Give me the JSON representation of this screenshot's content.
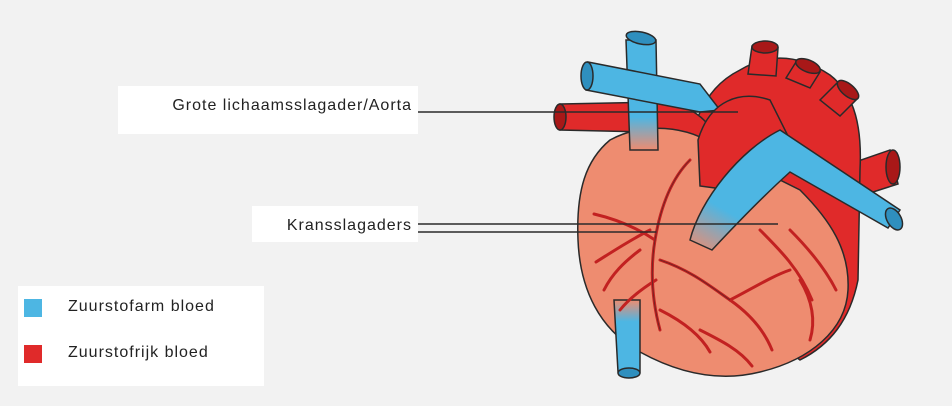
{
  "labels": {
    "aorta": "Grote lichaamsslagader/Aorta",
    "coronary": "Kransslagaders"
  },
  "legend": {
    "items": [
      {
        "label": "Zuurstofarm bloed",
        "color": "#4db6e3"
      },
      {
        "label": "Zuurstofrijk bloed",
        "color": "#e02a2a"
      }
    ]
  },
  "colors": {
    "oxygen_poor": "#4db6e3",
    "oxygen_rich": "#e02a2a",
    "heart_muscle": "#ee8c70",
    "coronary_vessels": "#c22121",
    "outline": "#2a2a2a"
  }
}
